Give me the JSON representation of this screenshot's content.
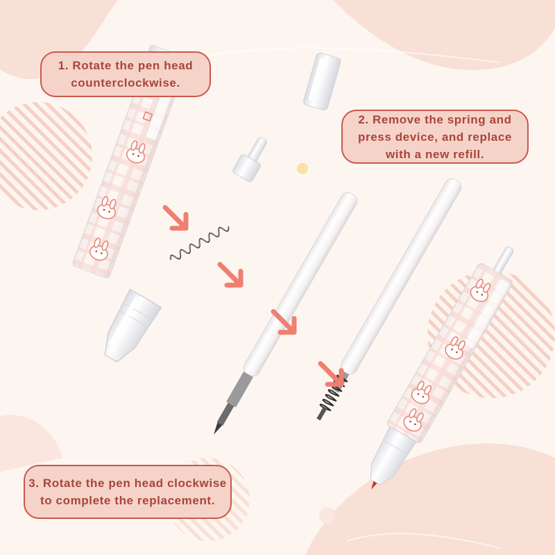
{
  "steps": [
    {
      "label": "1. Rotate the pen head counterclockwise.",
      "lines": [
        "1. Rotate the pen head",
        "counterclockwise."
      ]
    },
    {
      "label": "2. Remove the spring and press device, and replace with a new refill.",
      "lines": [
        "2. Remove the spring and",
        "press device, and replace",
        "with a new refill."
      ]
    },
    {
      "label": "3. Rotate the pen head clockwise to complete the replacement.",
      "lines": [
        "3. Rotate the pen head clockwise",
        "to complete the replacement."
      ]
    }
  ],
  "colors": {
    "background": "#fdf6f0",
    "blob": "#f8e0d6",
    "accent": "#ef7f72",
    "callout_fill": "#f6d3c9",
    "callout_border": "#c9574b",
    "callout_text": "#a8453b",
    "plaid": "#f3c1b6",
    "stripe": "#f7cfc4",
    "dot": "#f7e2a4"
  },
  "icons": [
    "arrow-icon",
    "spring-icon",
    "pen-cap-icon",
    "refill-icon",
    "pen-body-icon",
    "bunny-pattern-icon"
  ]
}
